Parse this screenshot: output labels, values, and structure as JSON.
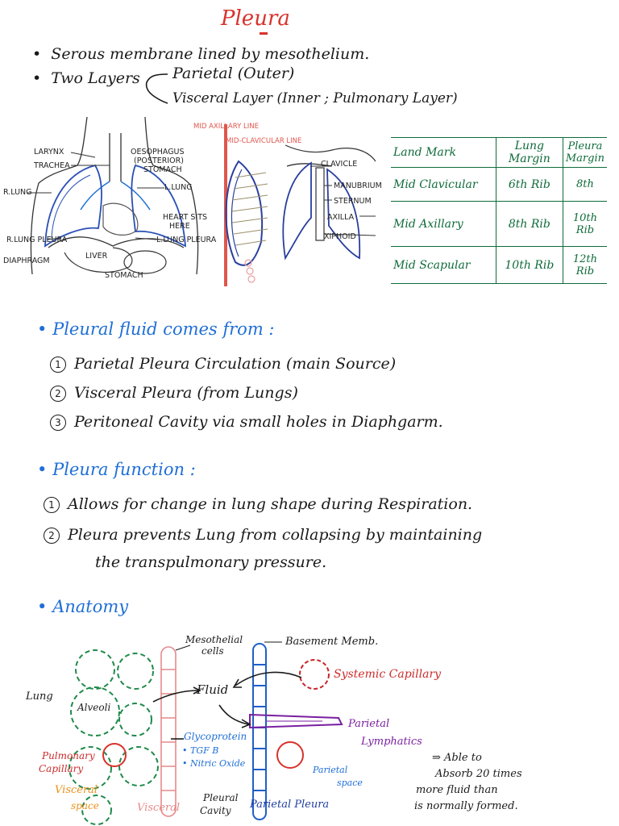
{
  "title": "Pleura",
  "intro": {
    "bullet1": "Serous membrane lined by mesothelium.",
    "two_layers": "Two Layers",
    "parietal": "Parietal (Outer)",
    "visceral": "Visceral Layer (Inner ; Pulmonary Layer)"
  },
  "left_diagram_labels": {
    "larynx": "LARYNX",
    "trachea": "TRACHEA",
    "oesophagus": "OESOPHAGUS",
    "posterior": "(POSTERIOR)",
    "stomach_top": "STOMACH",
    "r_lung": "R.LUNG",
    "l_lung": "L.LUNG",
    "heart_sits": "HEART SITS",
    "here": "HERE",
    "r_lung_pleura": "R.LUNG PLEURA",
    "l_lung_pleura": "L.LUNG PLEURA",
    "diaphragm": "DIAPHRAGM",
    "liver": "LIVER",
    "stomach": "STOMACH"
  },
  "right_diagram_labels": {
    "mid_axillary": "MID AXILLARY LINE",
    "mid_clavicular": "MID-CLAVICULAR LINE",
    "clavicle": "CLAVICLE",
    "manubrium": "MANUBRIUM",
    "sternum": "STERNUM",
    "axilla": "AXILLA",
    "xiphoid": "XIPHOID"
  },
  "landmark_table": {
    "headers": [
      "Land Mark",
      "Lung Margin",
      "Pleura Margin"
    ],
    "rows": [
      [
        "Mid Clavicular",
        "6th Rib",
        "8th"
      ],
      [
        "Mid Axillary",
        "8th Rib",
        "10th Rib"
      ],
      [
        "Mid Scapular",
        "10th Rib",
        "12th Rib"
      ]
    ]
  },
  "fluid_section": {
    "heading": "Pleural fluid comes from :",
    "items": [
      {
        "num": "1",
        "text": "Parietal Pleura Circulation (main Source)"
      },
      {
        "num": "2",
        "text": "Visceral Pleura (from Lungs)"
      },
      {
        "num": "3",
        "text": "Peritoneal Cavity via small holes in Diaphgarm."
      }
    ]
  },
  "function_section": {
    "heading": "Pleura function :",
    "items": [
      {
        "num": "1",
        "text": "Allows for change in lung shape during Respiration."
      },
      {
        "num": "2",
        "text": "Pleura prevents Lung from collapsing by maintaining"
      }
    ],
    "continuation": "the transpulmonary pressure."
  },
  "anatomy": {
    "heading": "Anatomy",
    "mesothelial": "Mesothelial",
    "cells": "cells",
    "basement": "Basement Memb.",
    "systemic": "Systemic Capillary",
    "fluid": "Fluid",
    "lung": "Lung",
    "alveoli": "Alveoli",
    "parietal_lymph_1": "Parietal",
    "parietal_lymph_2": "Lymphatics",
    "glycoprotein": "Glycoprotein",
    "tgfb": "• TGF B",
    "nitric": "• Nitric Oxide",
    "pulmonary_1": "Pulmonary",
    "pulmonary_2": "Capillary",
    "visceral_space_1": "Visceral",
    "visceral_space_2": "space",
    "visceral": "Visceral",
    "pleural_1": "Pleural",
    "pleural_2": "Cavity",
    "parietal_pleura": "Parietal Pleura",
    "parietal_space_1": "Parietal",
    "parietal_space_2": "space",
    "absorb_1": "⇒ Able to",
    "absorb_2": "Absorb 20 times",
    "absorb_3": "more fluid than",
    "absorb_4": "is normally formed."
  }
}
